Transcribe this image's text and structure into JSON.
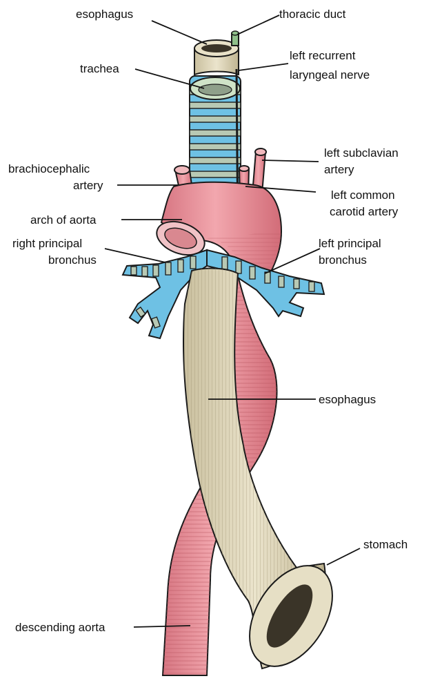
{
  "colors": {
    "artery": "#e88a92",
    "artery_dark": "#c9656f",
    "esophagus": "#d8d0b4",
    "esophagus_dark": "#a89f80",
    "airway": "#6ec1e4",
    "cartilage": "#b8c9b4",
    "nerve": "#8fbf8a",
    "outline": "#1a1a1a"
  },
  "labels": {
    "esophagus_top": "esophagus",
    "thoracic_duct": "thoracic duct",
    "trachea": "trachea",
    "left_recurrent_1": "left recurrent",
    "left_recurrent_2": "laryngeal nerve",
    "brachiocephalic_1": "brachiocephalic",
    "brachiocephalic_2": "artery",
    "left_subclavian_1": "left subclavian",
    "left_subclavian_2": "artery",
    "left_common_carotid_1": "left common",
    "left_common_carotid_2": "carotid artery",
    "arch_of_aorta": "arch of aorta",
    "right_principal_1": "right principal",
    "right_principal_2": "bronchus",
    "left_principal_1": "left principal",
    "left_principal_2": "bronchus",
    "esophagus_mid": "esophagus",
    "stomach": "stomach",
    "descending_aorta": "descending aorta"
  }
}
